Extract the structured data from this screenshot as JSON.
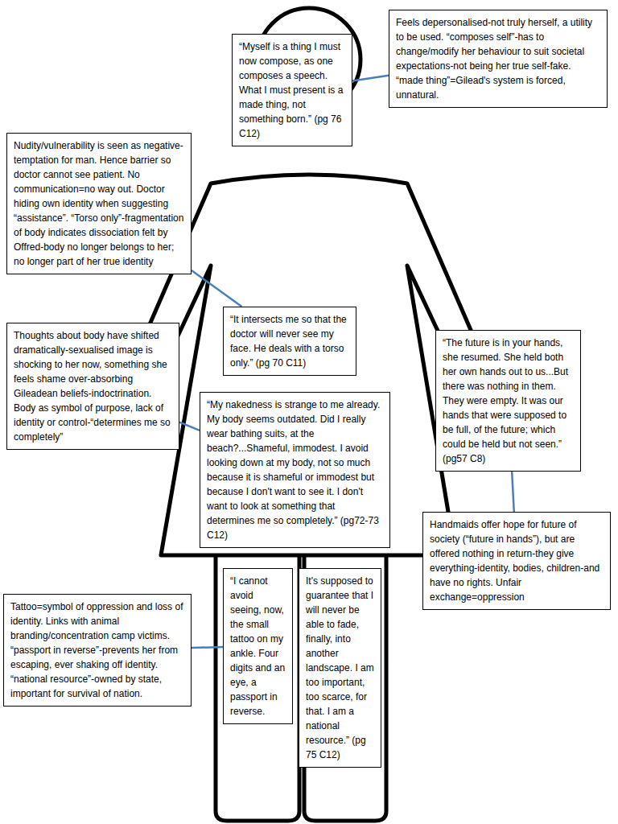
{
  "diagram": {
    "nodes": [
      {
        "text": [
          "“Myself is a thing I must now compose, as one composes a speech. What I must present is a made thing, not something born.” (pg 76 C12)"
        ]
      },
      {
        "text": [
          "Feels depersonalised-not truly herself, a utility to be used. “composes self”-has to change/modify her behaviour to suit societal expectations-not being her true self-fake. “made thing”=Gilead's system is forced, unnatural."
        ]
      },
      {
        "text": [
          "Nudity/vulnerability is seen as negative-temptation for man. Hence barrier so doctor cannot see patient. No communication=no way out. Doctor hiding own identity when suggesting “assistance”. “Torso only”-fragmentation of body indicates dissociation felt by Offred-body no longer belongs to her; no longer part of her true identity"
        ]
      },
      {
        "text": [
          "“It intersects me so that the doctor will never see my face. He deals with a torso only.” (pg 70 C11)"
        ]
      },
      {
        "text": [
          "Thoughts about body have shifted dramatically-sexualised image is shocking to her now, something she feels shame over-absorbing Gileadean beliefs-indoctrination. Body as symbol of purpose, lack of identity or control-“determines me so completely”"
        ]
      },
      {
        "text": [
          "“The future is in your hands, she resumed. She held both her own hands out to us...But there was nothing in them. They were empty. It was our hands that were supposed to be full, of the future; which could be held but not seen.” (pg57 C8)"
        ]
      },
      {
        "text": [
          "“My nakedness is strange to me already. My body seems outdated. Did I really wear bathing suits, at the beach?...Shameful, immodest. I avoid looking down at my body, not so much because it is shameful or immodest but because I don't want to see it. I don't want to look at something that determines me so completely.” (pg72-73 C12)"
        ]
      },
      {
        "text": [
          "Handmaids offer hope for future of society (“future in hands”), but are offered nothing in return-they give everything-identity, bodies, children-and have no rights. Unfair exchange=oppression"
        ]
      },
      {
        "text": [
          "“I cannot avoid seeing, now, the small tattoo on my ankle. Four digits and an eye, a passport in reverse."
        ]
      },
      {
        "text": [
          "It's supposed to guarantee that I will never be able to fade, finally, into another landscape. I am too important, too scarce, for that. I am a national resource.” (pg 75 C12)"
        ]
      },
      {
        "text": [
          "Tattoo=symbol of oppression and loss of identity. Links with animal branding/concentration camp victims. “passport in reverse”-prevents her from escaping, ever shaking off identity. “national resource”-owned by state, important for survival of nation."
        ]
      }
    ],
    "edges": [
      {
        "from": 1,
        "to": 0,
        "arrow": "none"
      },
      {
        "from": 2,
        "to": 3,
        "arrow": "none"
      },
      {
        "from": 4,
        "to": 6,
        "arrow": "none"
      },
      {
        "from": 7,
        "to": 5,
        "arrow": "none"
      },
      {
        "from": 10,
        "to": 8,
        "arrow": "none"
      }
    ]
  }
}
